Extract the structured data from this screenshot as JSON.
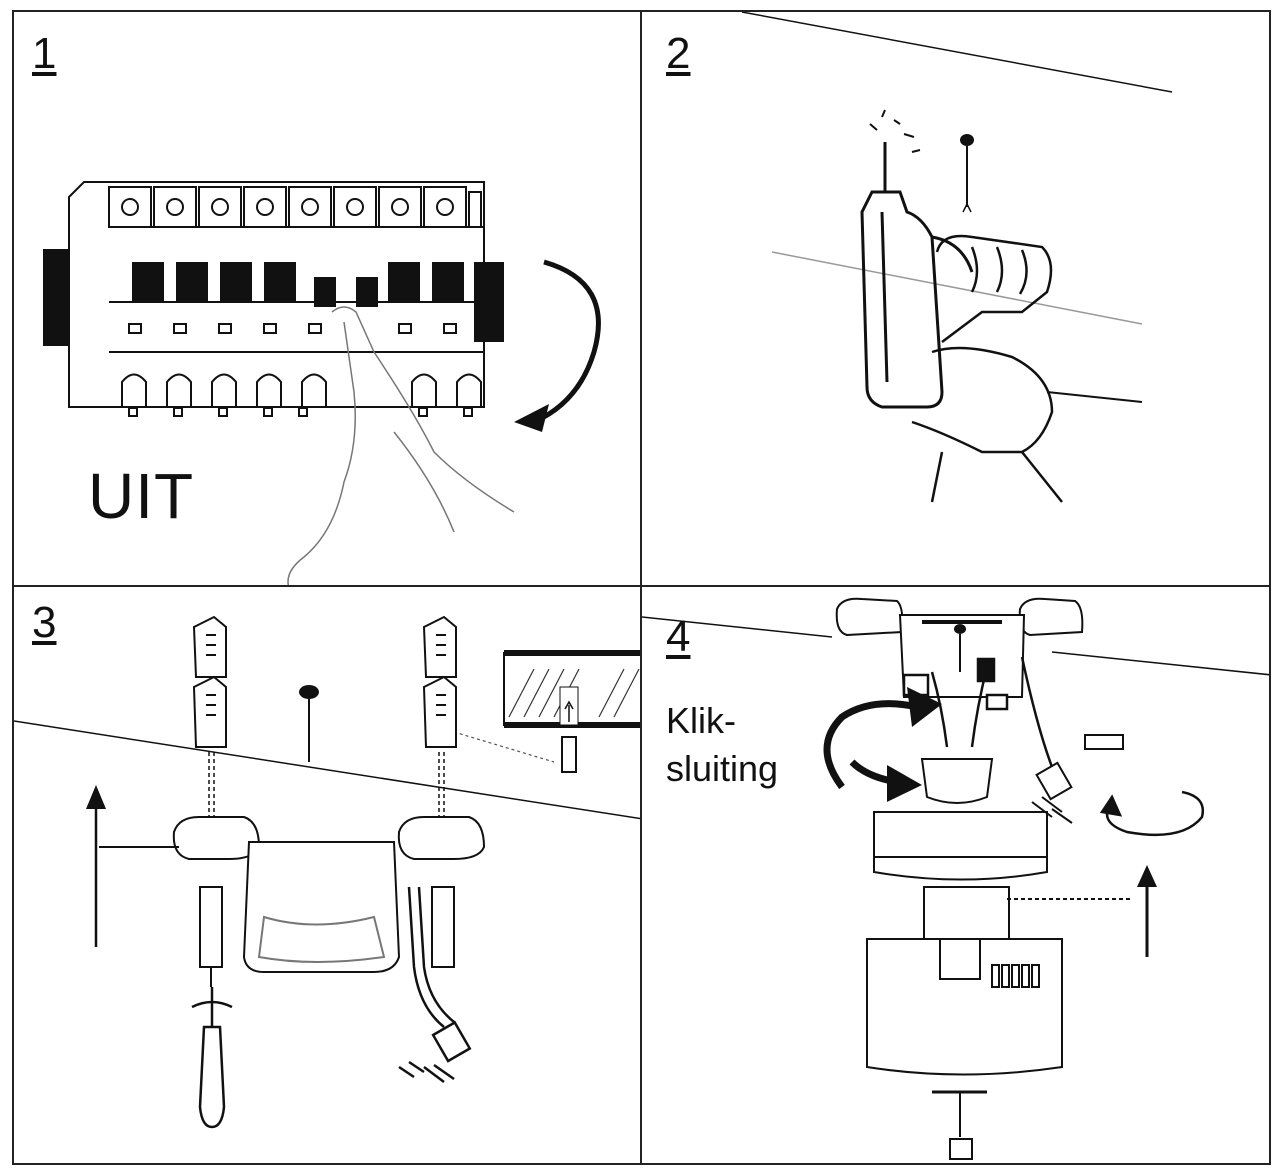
{
  "steps": [
    {
      "number": "1",
      "label": "UIT"
    },
    {
      "number": "2"
    },
    {
      "number": "3"
    },
    {
      "number": "4",
      "label_line1": "Klik-",
      "label_line2": "sluiting"
    }
  ],
  "colors": {
    "line": "#111111",
    "border": "#222222",
    "background": "#ffffff"
  },
  "icons": [
    "circuit-breaker-panel",
    "hand",
    "curved-arrow",
    "drill",
    "screw",
    "wall-plug",
    "mounting-bracket",
    "screwdriver",
    "wire-connector",
    "fan-motor-housing"
  ]
}
